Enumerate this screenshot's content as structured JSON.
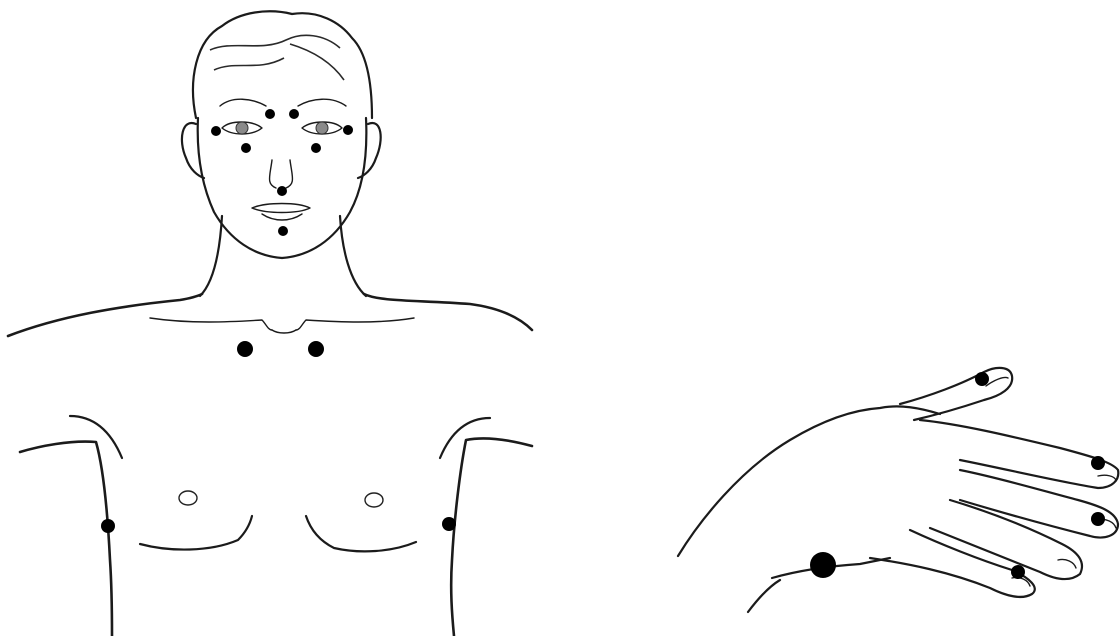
{
  "figure": {
    "background": "#ffffff",
    "line_color": "#1b1b1b",
    "point_color": "#000000"
  },
  "points": [
    {
      "name": "point-brow-inner-left",
      "region": "face"
    },
    {
      "name": "point-brow-inner-right",
      "region": "face"
    },
    {
      "name": "point-eye-outer-left",
      "region": "face"
    },
    {
      "name": "point-eye-outer-right",
      "region": "face"
    },
    {
      "name": "point-under-eye-left",
      "region": "face"
    },
    {
      "name": "point-under-eye-right",
      "region": "face"
    },
    {
      "name": "point-under-nose",
      "region": "face"
    },
    {
      "name": "point-chin",
      "region": "face"
    },
    {
      "name": "point-collarbone-left",
      "region": "chest"
    },
    {
      "name": "point-collarbone-right",
      "region": "chest"
    },
    {
      "name": "point-side-left",
      "region": "torso"
    },
    {
      "name": "point-side-right",
      "region": "torso"
    },
    {
      "name": "point-thumb",
      "region": "hand"
    },
    {
      "name": "point-index-finger",
      "region": "hand"
    },
    {
      "name": "point-middle-finger",
      "region": "hand"
    },
    {
      "name": "point-ring-finger",
      "region": "hand"
    },
    {
      "name": "point-karate-chop",
      "region": "hand"
    }
  ]
}
